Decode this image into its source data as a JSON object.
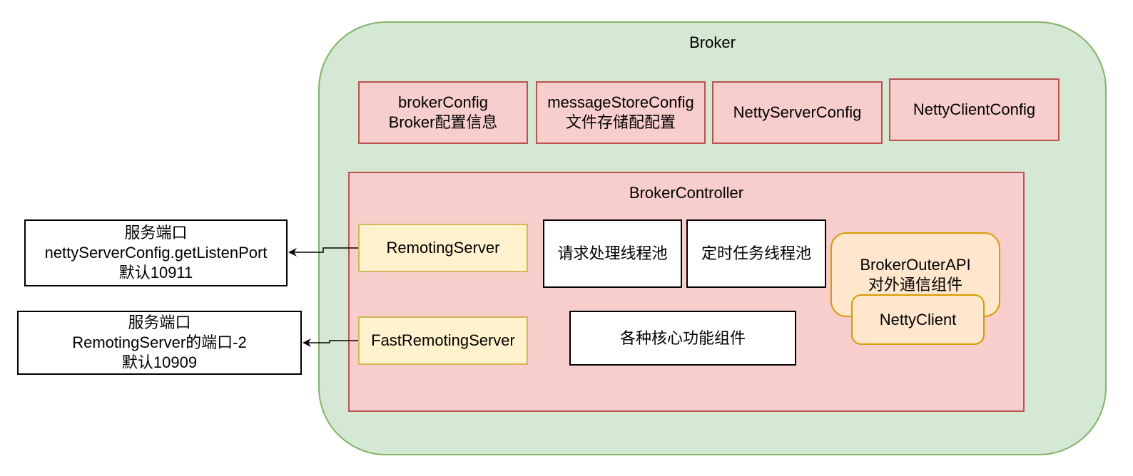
{
  "broker": {
    "title": "Broker"
  },
  "configs": {
    "broker_config": {
      "line1": "brokerConfig",
      "line2": "Broker配置信息"
    },
    "message_store_config": {
      "line1": "messageStoreConfig",
      "line2": "文件存储配配置"
    },
    "netty_server_config": {
      "label": "NettyServerConfig"
    },
    "netty_client_config": {
      "label": "NettyClientConfig"
    }
  },
  "controller": {
    "title": "BrokerController",
    "remoting_server": "RemotingServer",
    "fast_remoting_server": "FastRemotingServer",
    "request_pool": "请求处理线程池",
    "scheduled_pool": "定时任务线程池",
    "core_components": "各种核心功能组件",
    "outer_api": {
      "line1": "BrokerOuterAPI",
      "line2": "对外通信组件"
    },
    "netty_client": "NettyClient"
  },
  "ports": {
    "service_port": {
      "line1": "服务端口",
      "line2": "nettyServerConfig.getListenPort",
      "line3": "默认10911"
    },
    "fast_port": {
      "line1": "服务端口",
      "line2": "RemotingServer的端口-2",
      "line3": "默认10909"
    }
  },
  "colors": {
    "broker_fill": "#d5e8d4",
    "broker_stroke": "#82b366",
    "config_fill": "#f8cecc",
    "config_stroke": "#b85450",
    "server_fill": "#fff2cc",
    "server_stroke": "#d6b656",
    "api_fill": "#ffe6cc",
    "api_stroke": "#d79b00"
  }
}
